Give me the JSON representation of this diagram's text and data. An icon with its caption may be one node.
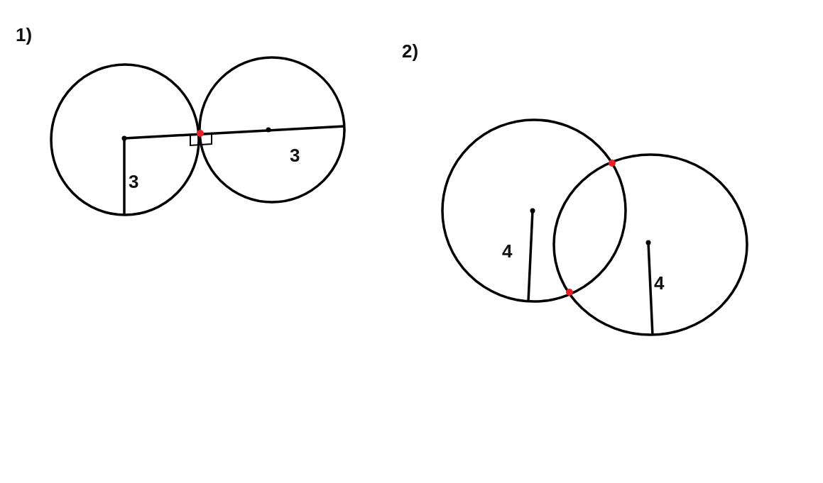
{
  "diagram": {
    "labels": [
      "1)",
      "2)",
      "3",
      "3",
      "4",
      "4"
    ]
  }
}
